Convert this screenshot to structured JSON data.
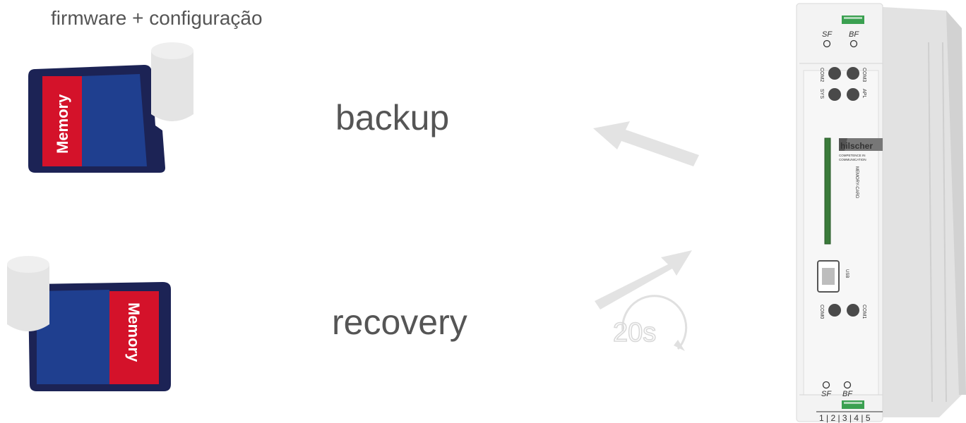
{
  "caption": "firmware + configuração",
  "labels": {
    "backup": "backup",
    "recovery": "recovery"
  },
  "sd_card_top": {
    "label": "Memory"
  },
  "sd_card_bottom": {
    "label": "Memory"
  },
  "timer": {
    "text": "20s"
  },
  "device": {
    "led_top_sf": "SF",
    "led_top_bf": "BF",
    "port_com2": "COM2",
    "port_sys": "SYS",
    "port_com3": "COM3",
    "port_apl": "APL",
    "brand": "hilscher",
    "tagline_1": "COMPETENCE IN",
    "tagline_2": "COMMUNICATION",
    "slot_label": "MEMORY-CARD",
    "usb_label": "USB",
    "port_com0": "COM0",
    "port_com1": "COM1",
    "led_bottom_sf": "SF",
    "led_bottom_bf": "BF",
    "terminals": "1 | 2 | 3 | 4 | 5"
  },
  "colors": {
    "sd_navy": "#1c2355",
    "sd_blue": "#1f3f8f",
    "sd_red": "#d4122a",
    "arrow": "#e3e3e3",
    "device_body": "#efefef",
    "connector_green": "#3aa050"
  }
}
